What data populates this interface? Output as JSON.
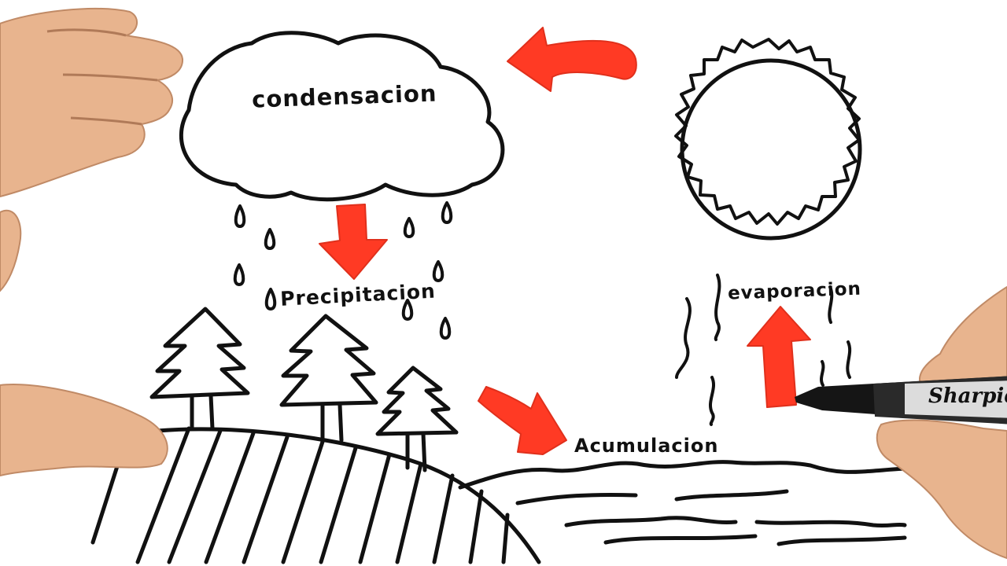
{
  "diagram": {
    "labels": {
      "condensation": "condensacion",
      "precipitation": "Precipitacion",
      "evaporation": "evaporacion",
      "accumulation": "Acumulacion"
    },
    "marker_brand": "Sharpie",
    "colors": {
      "ink": "#111111",
      "arrow_red": "#ff3a24",
      "paper": "#ffffff"
    }
  }
}
